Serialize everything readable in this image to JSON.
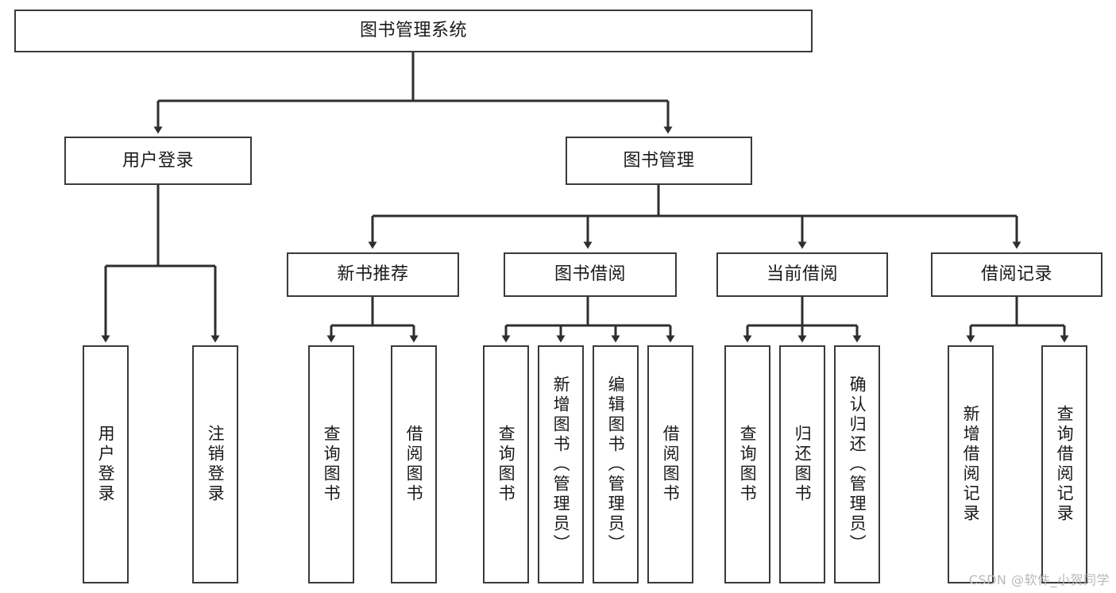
{
  "diagram": {
    "title": "图书管理系统",
    "watermark": "CSDN @软件_小贺同学",
    "stroke_color": "#3a3a3a",
    "fill_color": "#ffffff",
    "text_color": "#1a1a1a",
    "nodes": {
      "root": "图书管理系统",
      "level2": {
        "user_login": "用户登录",
        "book_management": "图书管理"
      },
      "level3": {
        "new_book_recommend": "新书推荐",
        "book_borrow": "图书借阅",
        "current_borrow": "当前借阅",
        "borrow_record": "借阅记录"
      },
      "leaves": {
        "user_login_leaf_1": "用户登录",
        "user_login_leaf_2": "注销登录",
        "recommend_leaf_1": "查询图书",
        "recommend_leaf_2": "借阅图书",
        "borrow_leaf_1": "查询图书",
        "borrow_leaf_2": "新增图书（管理员）",
        "borrow_leaf_3": "编辑图书（管理员）",
        "borrow_leaf_4": "借阅图书",
        "current_leaf_1": "查询图书",
        "current_leaf_2": "归还图书",
        "current_leaf_3": "确认归还（管理员）",
        "record_leaf_1": "新增借阅记录",
        "record_leaf_2": "查询借阅记录"
      }
    }
  }
}
